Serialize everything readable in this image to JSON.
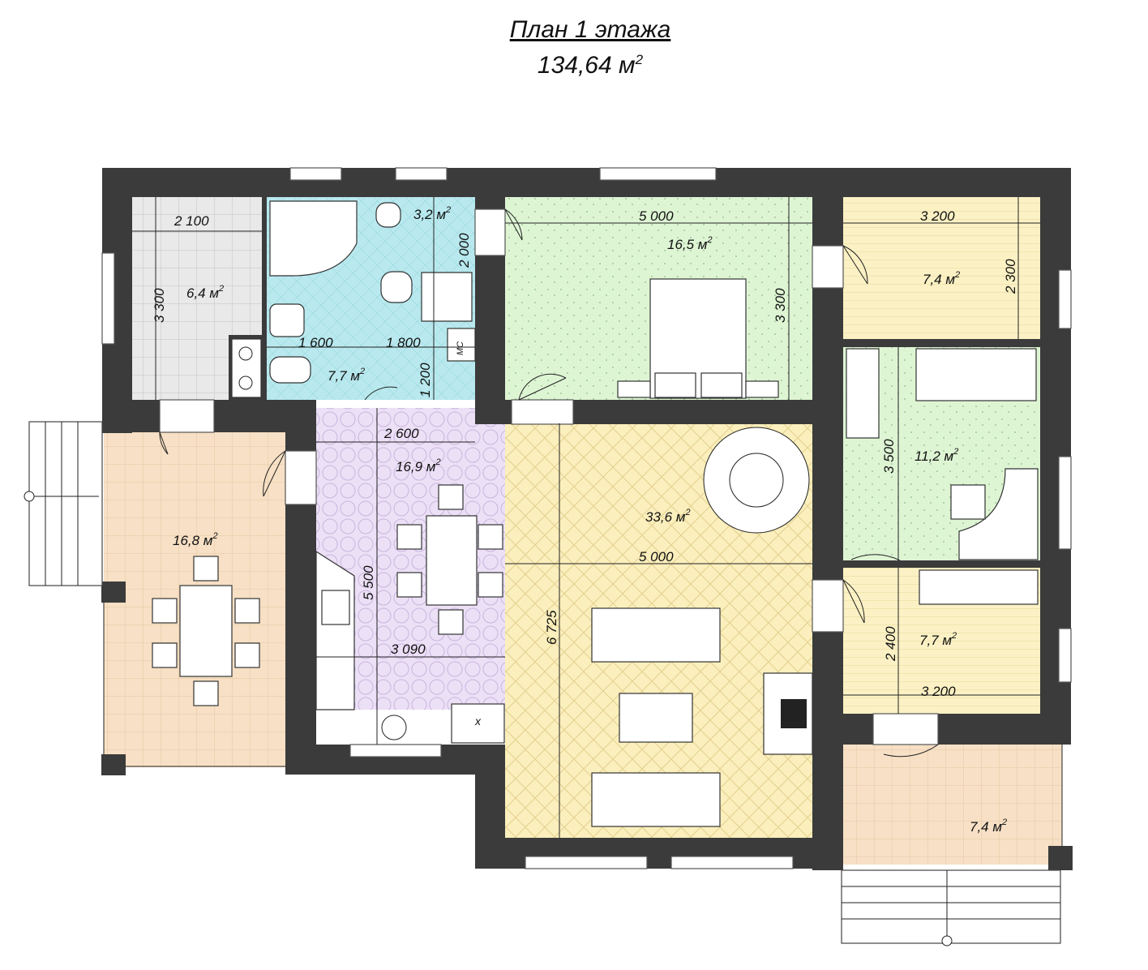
{
  "title": "План 1 этажа",
  "total_area": {
    "value": "134,64 м",
    "unit_sup": "2"
  },
  "rooms": [
    {
      "id": "storage",
      "area": "6,4 м",
      "sup": "2"
    },
    {
      "id": "bath",
      "area": "7,7 м",
      "sup": "2"
    },
    {
      "id": "wc",
      "area": "3,2 м",
      "sup": "2"
    },
    {
      "id": "bedroom-main",
      "area": "16,5 м",
      "sup": "2"
    },
    {
      "id": "bedroom-ne",
      "area": "7,4 м",
      "sup": "2"
    },
    {
      "id": "kids-room",
      "area": "11,2 м",
      "sup": "2"
    },
    {
      "id": "dining",
      "area": "16,9 м",
      "sup": "2"
    },
    {
      "id": "living",
      "area": "33,6 м",
      "sup": "2"
    },
    {
      "id": "terrace-west",
      "area": "16,8 м",
      "sup": "2"
    },
    {
      "id": "bedroom-se",
      "area": "7,7 м",
      "sup": "2"
    },
    {
      "id": "porch",
      "area": "7,4 м",
      "sup": "2"
    }
  ],
  "dimensions": {
    "storage_w": "2 100",
    "storage_h": "3 300",
    "bath_w": "1 600",
    "wc_w": "1 800",
    "wc_h": "2 000",
    "bath_h": "1 200",
    "bed_w": "5 000",
    "bed_h": "3 300",
    "ne_w": "3 200",
    "ne_h": "2 300",
    "kids_h": "3 500",
    "dining_w": "2 600",
    "dining_h": "5 500",
    "kitchen_w": "3 090",
    "living_w": "5 000",
    "living_h": "6 725",
    "se_h": "2 400",
    "se_w": "3 200"
  },
  "labels": {
    "mc": "МС",
    "oven": "x"
  }
}
